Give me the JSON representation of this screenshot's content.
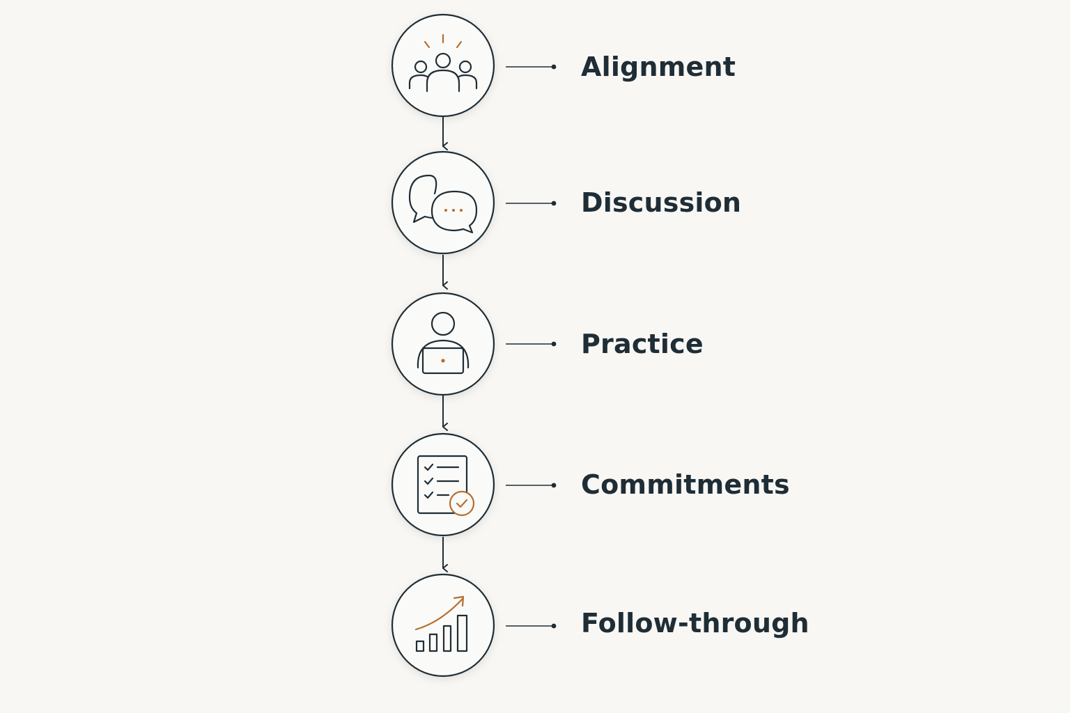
{
  "colors": {
    "background": "#f8f7f4",
    "line": "#1e2d36",
    "accent": "#b56e30",
    "circle_fill": "#fafaf8",
    "text": "#1e2d36"
  },
  "steps": [
    {
      "label": "Alignment",
      "icon": "team-alignment-icon"
    },
    {
      "label": "Discussion",
      "icon": "chat-bubbles-icon"
    },
    {
      "label": "Practice",
      "icon": "person-laptop-icon"
    },
    {
      "label": "Commitments",
      "icon": "checklist-icon"
    },
    {
      "label": "Follow-through",
      "icon": "growth-chart-icon"
    }
  ]
}
